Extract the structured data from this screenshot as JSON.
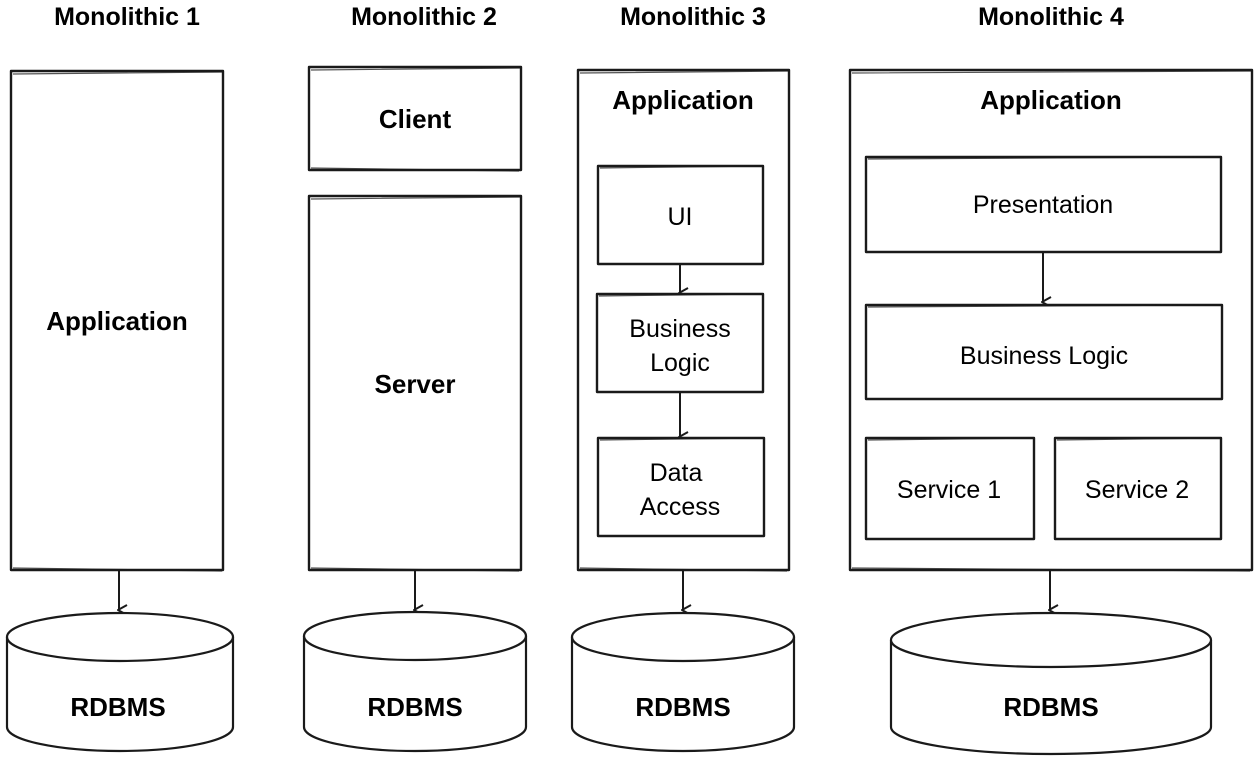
{
  "columns": {
    "m1": {
      "title": "Monolithic 1",
      "app": "Application",
      "db": "RDBMS"
    },
    "m2": {
      "title": "Monolithic 2",
      "client": "Client",
      "server": "Server",
      "db": "RDBMS"
    },
    "m3": {
      "title": "Monolithic 3",
      "app": "Application",
      "ui": "UI",
      "business": [
        "Business",
        "Logic"
      ],
      "data": [
        "Data",
        "Access"
      ],
      "db": "RDBMS"
    },
    "m4": {
      "title": "Monolithic 4",
      "app": "Application",
      "presentation": "Presentation",
      "business": "Business Logic",
      "service1": "Service 1",
      "service2": "Service 2",
      "db": "RDBMS"
    }
  }
}
